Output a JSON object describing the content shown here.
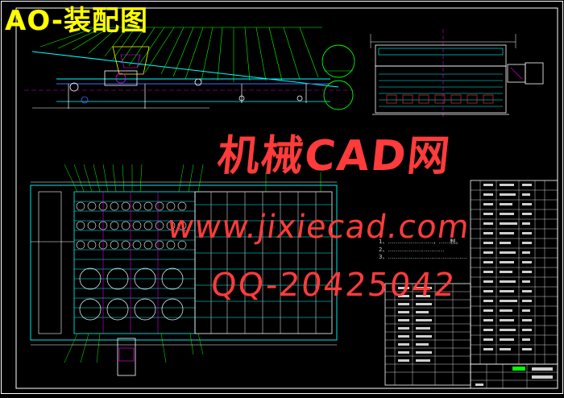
{
  "drawing": {
    "title": "AO-装配图",
    "notes": [
      "1、……………………，……制。",
      "2、…………………………",
      "3、……………………………………"
    ]
  },
  "watermark": {
    "line1": "机械CAD网",
    "line2": "www.jixiecad.com",
    "line3": "QQ-20425042"
  },
  "colors": {
    "background": "#000000",
    "frame": "#ffffff",
    "title": "#ffff00",
    "watermark": "#ff3b3b",
    "leader": "#00ff00",
    "geometry_cyan": "#00ffff",
    "geometry_blue": "#3a6bff",
    "geometry_magenta": "#ff00ff"
  }
}
